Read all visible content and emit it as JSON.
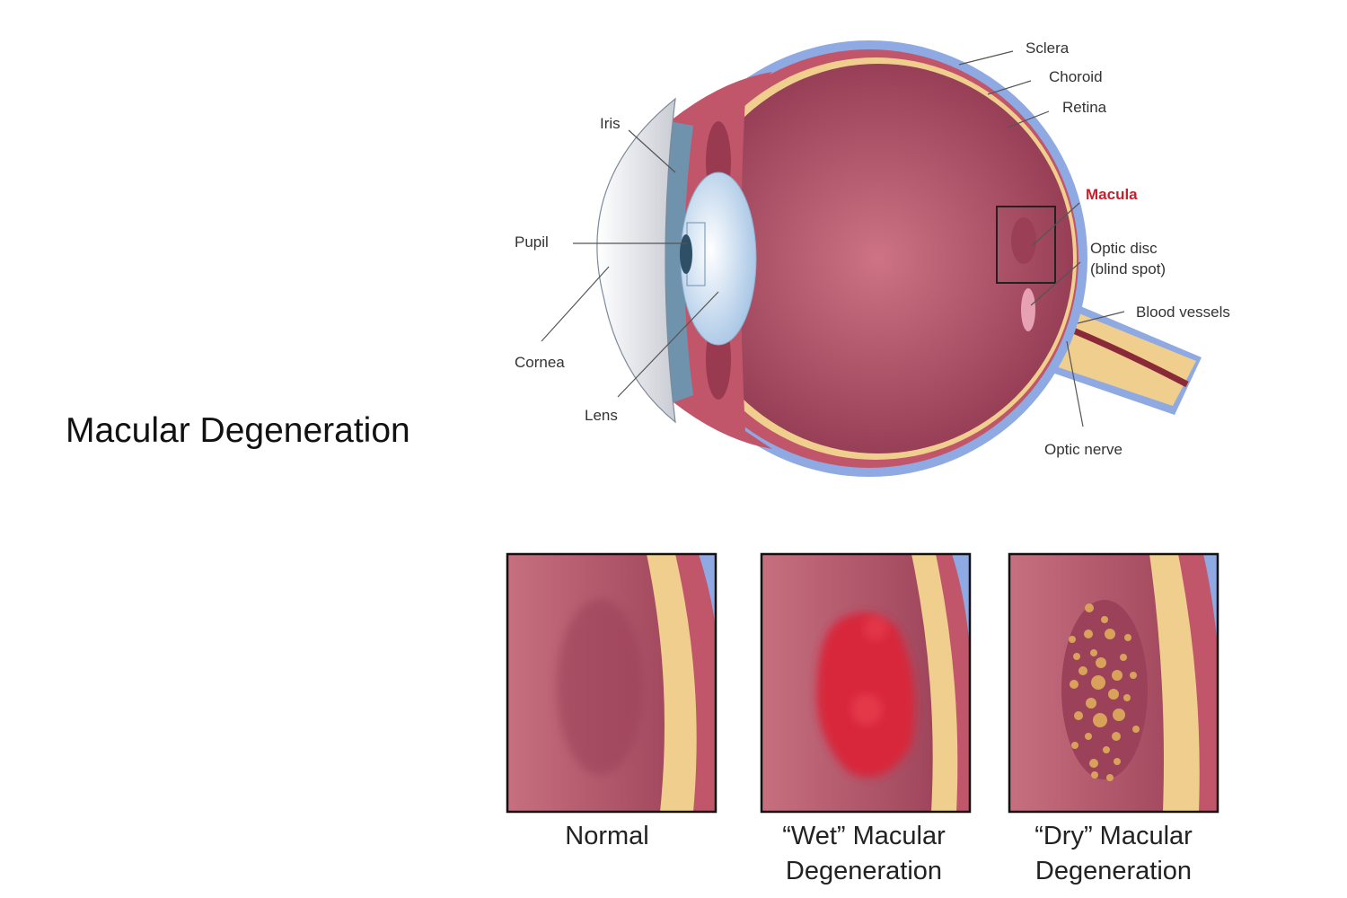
{
  "title": "Macular Degeneration",
  "eye_labels": {
    "sclera": "Sclera",
    "choroid": "Choroid",
    "retina": "Retina",
    "iris": "Iris",
    "macula": "Macula",
    "pupil": "Pupil",
    "optic_disc_1": "Optic disc",
    "optic_disc_2": "(blind spot)",
    "blood_vessels": "Blood vessels",
    "cornea": "Cornea",
    "lens": "Lens",
    "optic_nerve": "Optic nerve"
  },
  "panels": [
    {
      "line1": "Normal",
      "line2": ""
    },
    {
      "line1": "“Wet” Macular",
      "line2": "Degeneration"
    },
    {
      "line1": "“Dry” Macular",
      "line2": "Degeneration"
    }
  ],
  "colors": {
    "sclera": "#8fa9e2",
    "choroid": "#c1566b",
    "retina": "#f0cf8e",
    "vitreous": "#b85a70",
    "macula_label": "#c8202e",
    "wet": "#e0323e",
    "dry": "#d9a25a"
  }
}
